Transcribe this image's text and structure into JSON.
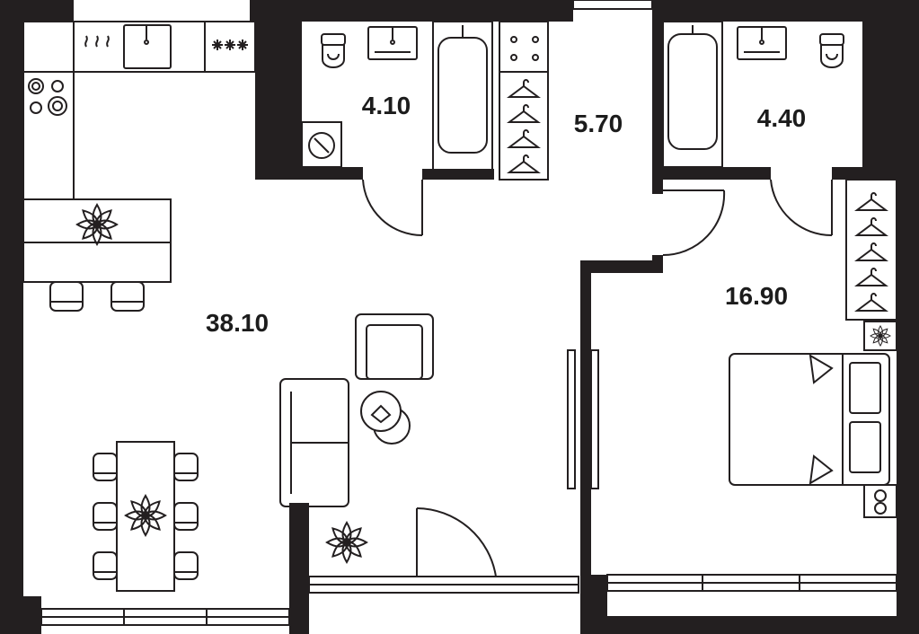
{
  "floor_plan": {
    "rooms": [
      {
        "id": "living_kitchen",
        "area": "38.10"
      },
      {
        "id": "bathroom_left",
        "area": "4.10"
      },
      {
        "id": "hallway",
        "area": "5.70"
      },
      {
        "id": "bathroom_right",
        "area": "4.40"
      },
      {
        "id": "bedroom",
        "area": "16.90"
      }
    ],
    "colors": {
      "wall": "#231f20",
      "line": "#231f20",
      "background": "#ffffff"
    }
  }
}
